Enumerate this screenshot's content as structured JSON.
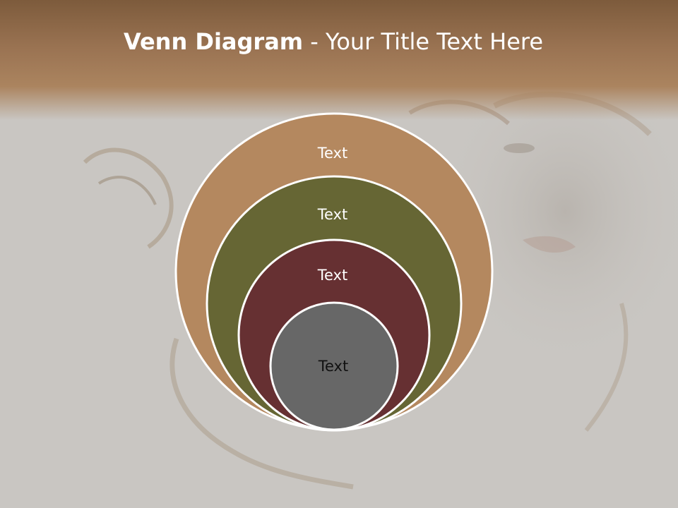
{
  "slide": {
    "title_bold": "Venn Diagram",
    "title_rest": " - Your Title Text Here"
  },
  "venn": {
    "layers": [
      {
        "label": "Text",
        "fill": "#b4885f",
        "text_color": "#ffffff"
      },
      {
        "label": "Text",
        "fill": "#666634",
        "text_color": "#ffffff"
      },
      {
        "label": "Text",
        "fill": "#663032",
        "text_color": "#ffffff"
      },
      {
        "label": "Text",
        "fill": "#676767",
        "text_color": "#111111"
      }
    ],
    "outline_color": "#ffffff"
  },
  "colors": {
    "header_top": "#7d5b3c",
    "header_bottom": "#ab845f",
    "background": "#c9c6c2"
  }
}
